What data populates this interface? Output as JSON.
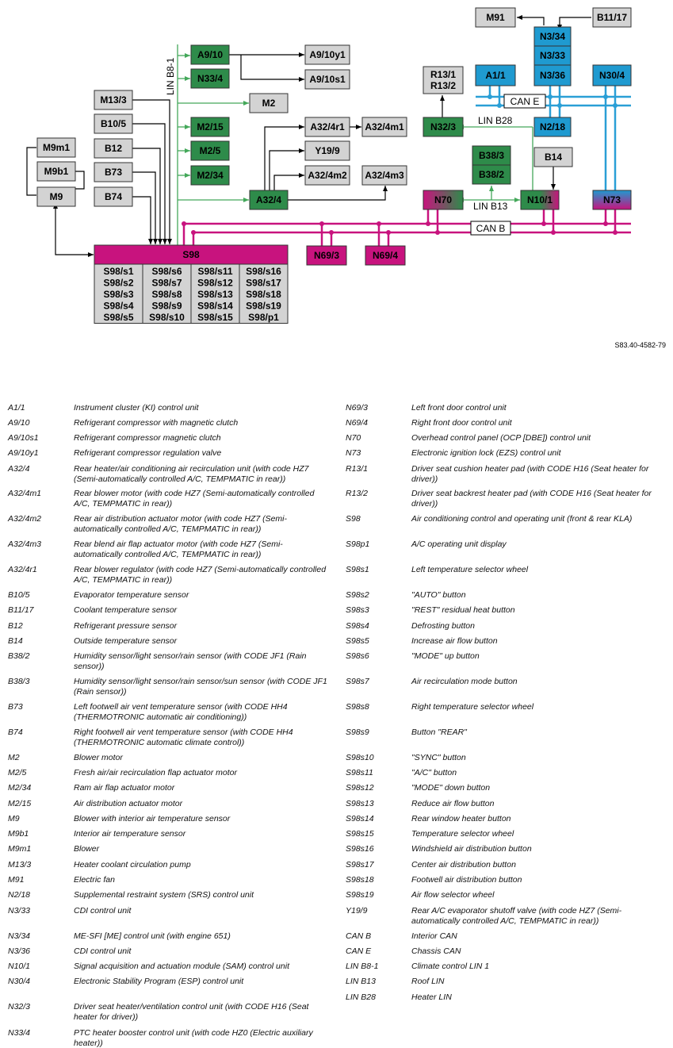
{
  "diagram": {
    "boxes": [
      {
        "id": "M91",
        "label": "M91",
        "color": "gray"
      },
      {
        "id": "B11_17",
        "label": "B11/17",
        "color": "gray"
      },
      {
        "id": "N3_34",
        "label": "N3/34",
        "color": "blue"
      },
      {
        "id": "N3_33",
        "label": "N3/33",
        "color": "blue"
      },
      {
        "id": "N3_36",
        "label": "N3/36",
        "color": "blue"
      },
      {
        "id": "A1_1",
        "label": "A1/1",
        "color": "blue"
      },
      {
        "id": "N30_4",
        "label": "N30/4",
        "color": "blue"
      },
      {
        "id": "R13",
        "label": "R13/1\nR13/2",
        "color": "gray"
      },
      {
        "id": "A9_10",
        "label": "A9/10",
        "color": "green"
      },
      {
        "id": "N33_4",
        "label": "N33/4",
        "color": "green"
      },
      {
        "id": "A9_10y1",
        "label": "A9/10y1",
        "color": "gray"
      },
      {
        "id": "A9_10s1",
        "label": "A9/10s1",
        "color": "gray"
      },
      {
        "id": "M13_3",
        "label": "M13/3",
        "color": "gray"
      },
      {
        "id": "M2",
        "label": "M2",
        "color": "gray"
      },
      {
        "id": "B10_5",
        "label": "B10/5",
        "color": "gray"
      },
      {
        "id": "M2_15",
        "label": "M2/15",
        "color": "green"
      },
      {
        "id": "A32_4r1",
        "label": "A32/4r1",
        "color": "gray"
      },
      {
        "id": "A32_4m1",
        "label": "A32/4m1",
        "color": "gray"
      },
      {
        "id": "N32_3",
        "label": "N32/3",
        "color": "green"
      },
      {
        "id": "N2_18",
        "label": "N2/18",
        "color": "blue"
      },
      {
        "id": "M9m1",
        "label": "M9m1",
        "color": "gray"
      },
      {
        "id": "B12",
        "label": "B12",
        "color": "gray"
      },
      {
        "id": "M2_5",
        "label": "M2/5",
        "color": "green"
      },
      {
        "id": "Y19_9",
        "label": "Y19/9",
        "color": "gray"
      },
      {
        "id": "B38_3",
        "label": "B38/3",
        "color": "green"
      },
      {
        "id": "B14",
        "label": "B14",
        "color": "gray"
      },
      {
        "id": "M9b1",
        "label": "M9b1",
        "color": "gray"
      },
      {
        "id": "B73",
        "label": "B73",
        "color": "gray"
      },
      {
        "id": "M2_34",
        "label": "M2/34",
        "color": "green"
      },
      {
        "id": "A32_4m2",
        "label": "A32/4m2",
        "color": "gray"
      },
      {
        "id": "A32_4m3",
        "label": "A32/4m3",
        "color": "gray"
      },
      {
        "id": "B38_2",
        "label": "B38/2",
        "color": "green"
      },
      {
        "id": "M9",
        "label": "M9",
        "color": "gray"
      },
      {
        "id": "B74",
        "label": "B74",
        "color": "gray"
      },
      {
        "id": "A32_4",
        "label": "A32/4",
        "color": "green"
      },
      {
        "id": "N70",
        "label": "N70",
        "color": "magenta-green"
      },
      {
        "id": "N10_1",
        "label": "N10/1",
        "color": "green-magenta"
      },
      {
        "id": "N73",
        "label": "N73",
        "color": "blue-magenta"
      },
      {
        "id": "S98",
        "label": "S98",
        "color": "magenta"
      },
      {
        "id": "N69_3",
        "label": "N69/3",
        "color": "magenta"
      },
      {
        "id": "N69_4",
        "label": "N69/4",
        "color": "magenta"
      }
    ],
    "s98_grid": [
      [
        "S98/s1",
        "S98/s2",
        "S98/s3",
        "S98/s4",
        "S98/s5"
      ],
      [
        "S98/s6",
        "S98/s7",
        "S98/s8",
        "S98/s9",
        "S98/s10"
      ],
      [
        "S98/s11",
        "S98/s12",
        "S98/s13",
        "S98/s14",
        "S98/s15"
      ],
      [
        "S98/s16",
        "S98/s17",
        "S98/s18",
        "S98/s19",
        "S98/p1"
      ]
    ],
    "bus_labels": {
      "can_e": "CAN E",
      "can_b": "CAN B",
      "lin_b8_1": "LIN B8-1",
      "lin_b28": "LIN B28",
      "lin_b13": "LIN B13"
    },
    "figure_id": "S83.40-4582-79",
    "colors": {
      "gray": "#d3d3d3",
      "green": "#2e8b4a",
      "blue": "#1f9ad0",
      "magenta": "#c8137e",
      "line_green": "#44a85a",
      "line_blue": "#2a9fd6",
      "line_magenta": "#c8137e"
    }
  },
  "legend": {
    "left": [
      {
        "code": "A1/1",
        "desc": "Instrument cluster (KI) control unit"
      },
      {
        "code": "A9/10",
        "desc": "Refrigerant compressor with magnetic clutch"
      },
      {
        "code": "A9/10s1",
        "desc": "Refrigerant compressor magnetic clutch"
      },
      {
        "code": "A9/10y1",
        "desc": "Refrigerant compressor regulation valve"
      },
      {
        "code": "A32/4",
        "desc": "Rear heater/air conditioning air recirculation unit (with code HZ7 (Semi-automatically controlled A/C, TEMPMATIC in rear))"
      },
      {
        "code": "A32/4m1",
        "desc": "Rear blower motor (with code HZ7 (Semi-automatically controlled A/C, TEMPMATIC in rear))"
      },
      {
        "code": "A32/4m2",
        "desc": "Rear air distribution actuator motor (with code HZ7 (Semi-automatically controlled A/C, TEMPMATIC in rear))"
      },
      {
        "code": "A32/4m3",
        "desc": "Rear blend air flap actuator motor (with code HZ7 (Semi-automatically controlled A/C, TEMPMATIC in rear))"
      },
      {
        "code": "A32/4r1",
        "desc": "Rear blower regulator (with code HZ7 (Semi-automatically controlled A/C, TEMPMATIC in rear))"
      },
      {
        "code": "B10/5",
        "desc": "Evaporator temperature sensor"
      },
      {
        "code": "B11/17",
        "desc": "Coolant temperature sensor"
      },
      {
        "code": "B12",
        "desc": "Refrigerant pressure sensor"
      },
      {
        "code": "B14",
        "desc": "Outside temperature sensor"
      },
      {
        "code": "B38/2",
        "desc": "Humidity sensor/light sensor/rain sensor (with CODE JF1 (Rain sensor))"
      },
      {
        "code": "B38/3",
        "desc": "Humidity sensor/light sensor/rain sensor/sun sensor (with CODE JF1 (Rain sensor))"
      },
      {
        "code": "B73",
        "desc": "Left footwell air vent temperature sensor (with CODE HH4 (THERMOTRONIC automatic air conditioning))"
      },
      {
        "code": "B74",
        "desc": "Right footwell air vent temperature sensor (with CODE HH4 (THERMOTRONIC automatic climate control))"
      },
      {
        "code": "M2",
        "desc": "Blower motor"
      },
      {
        "code": "M2/5",
        "desc": "Fresh air/air recirculation flap actuator motor"
      },
      {
        "code": "M2/34",
        "desc": "Ram air flap actuator motor"
      },
      {
        "code": "M2/15",
        "desc": "Air distribution actuator motor"
      },
      {
        "code": "M9",
        "desc": "Blower with interior air temperature sensor"
      },
      {
        "code": "M9b1",
        "desc": "Interior air temperature sensor"
      },
      {
        "code": "M9m1",
        "desc": "Blower"
      },
      {
        "code": "M13/3",
        "desc": "Heater coolant circulation pump"
      },
      {
        "code": "M91",
        "desc": "Electric fan"
      },
      {
        "code": "N2/18",
        "desc": "Supplemental restraint system (SRS) control unit"
      },
      {
        "code": "N3/33",
        "desc": "CDI control unit"
      },
      {
        "code": "N3/34",
        "desc": "ME-SFI [ME] control unit (with engine 651)"
      },
      {
        "code": "N3/36",
        "desc": "CDI control unit"
      },
      {
        "code": "N10/1",
        "desc": "Signal acquisition and actuation module (SAM) control unit"
      },
      {
        "code": "N30/4",
        "desc": "Electronic Stability Program (ESP) control unit"
      },
      {
        "code": "N32/3",
        "desc": "Driver seat heater/ventilation control unit (with CODE H16 (Seat heater for driver))"
      },
      {
        "code": "N33/4",
        "desc": "PTC heater booster control unit (with code HZ0 (Electric auxiliary heater))"
      }
    ],
    "right": [
      {
        "code": "N69/3",
        "desc": "Left front door control unit"
      },
      {
        "code": "N69/4",
        "desc": "Right front door control unit"
      },
      {
        "code": "N70",
        "desc": "Overhead control panel (OCP [DBE]) control unit"
      },
      {
        "code": "N73",
        "desc": "Electronic ignition lock (EZS) control unit"
      },
      {
        "code": "R13/1",
        "desc": "Driver seat cushion heater pad (with CODE H16 (Seat heater for driver))"
      },
      {
        "code": "R13/2",
        "desc": "Driver seat backrest heater pad (with CODE H16 (Seat heater for driver))"
      },
      {
        "code": "S98",
        "desc": "Air conditioning control and operating unit (front & rear KLA)"
      },
      {
        "code": "S98p1",
        "desc": "A/C operating unit display"
      },
      {
        "code": "S98s1",
        "desc": "Left temperature selector wheel"
      },
      {
        "code": "S98s2",
        "desc": "\"AUTO\" button"
      },
      {
        "code": "S98s3",
        "desc": "\"REST\" residual heat button"
      },
      {
        "code": "S98s4",
        "desc": "Defrosting button"
      },
      {
        "code": "S98s5",
        "desc": "Increase air flow button"
      },
      {
        "code": "S98s6",
        "desc": "\"MODE\" up button"
      },
      {
        "code": "S98s7",
        "desc": "Air recirculation mode button"
      },
      {
        "code": "S98s8",
        "desc": "Right temperature selector wheel"
      },
      {
        "code": "S98s9",
        "desc": "Button \"REAR\""
      },
      {
        "code": "S98s10",
        "desc": "\"SYNC\" button"
      },
      {
        "code": "S98s11",
        "desc": "\"A/C\" button"
      },
      {
        "code": "S98s12",
        "desc": "\"MODE\" down button"
      },
      {
        "code": "S98s13",
        "desc": "Reduce air flow button"
      },
      {
        "code": "S98s14",
        "desc": "Rear window heater button"
      },
      {
        "code": "S98s15",
        "desc": "Temperature selector wheel"
      },
      {
        "code": "S98s16",
        "desc": "Windshield air distribution button"
      },
      {
        "code": "S98s17",
        "desc": "Center air distribution button"
      },
      {
        "code": "S98s18",
        "desc": "Footwell air distribution button"
      },
      {
        "code": "S98s19",
        "desc": "Air flow selector wheel"
      },
      {
        "code": "Y19/9",
        "desc": "Rear A/C evaporator shutoff valve (with code HZ7 (Semi-automatically controlled A/C, TEMPMATIC in rear))"
      },
      {
        "code": "CAN B",
        "desc": "Interior CAN"
      },
      {
        "code": "CAN E",
        "desc": "Chassis CAN"
      },
      {
        "code": "LIN B8-1",
        "desc": "Climate control LIN 1"
      },
      {
        "code": "LIN B13",
        "desc": "Roof LIN"
      },
      {
        "code": "LIN B28",
        "desc": "Heater LIN"
      }
    ]
  }
}
